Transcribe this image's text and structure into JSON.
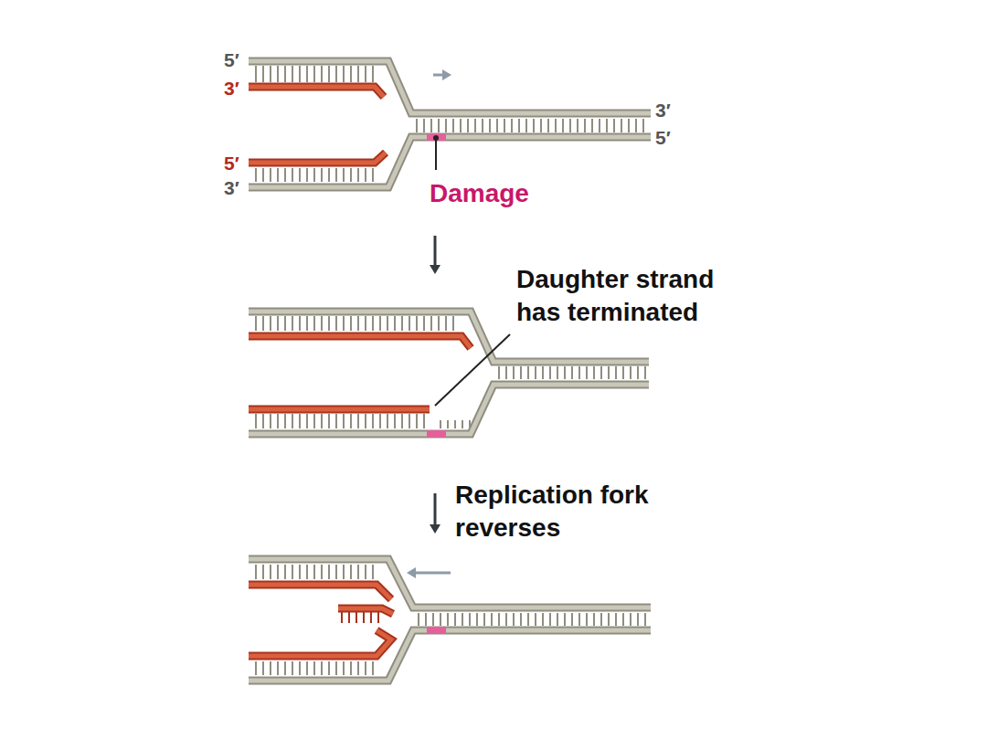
{
  "diagram": {
    "labels": [
      "5′",
      "3′",
      "3′",
      "5′",
      "5′",
      "3′",
      "Damage",
      "Daughter strand has terminated",
      "Replication fork reverses"
    ]
  }
}
